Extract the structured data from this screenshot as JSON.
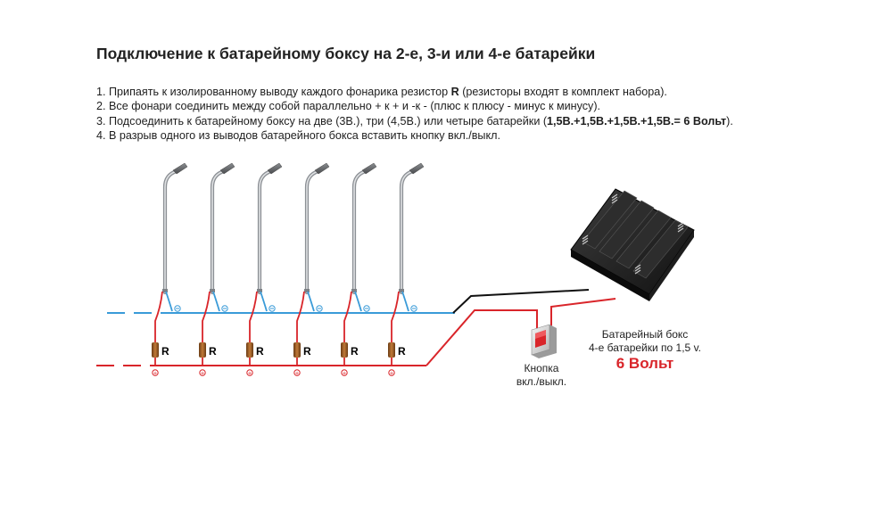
{
  "title": "Подключение к батарейному боксу на 2-е, 3-и или 4-е батарейки",
  "steps": {
    "s1_pre": "1. Припаять к изолированному выводу каждого фонарика резистор ",
    "s1_bold": "R",
    "s1_post": " (резисторы входят в комплект набора).",
    "s2": "2. Все фонари соединить между собой параллельно + к + и -к - (плюс к плюсу - минус к минусу).",
    "s3_pre": "3. Подсоединить к батарейному боксу на две (3В.), три (4,5В.) или четыре батарейки (",
    "s3_bold": "1,5В.+1,5В.+1,5В.+1,5В.= 6 Вольт",
    "s3_post": ").",
    "s4": "4. В разрыв одного из выводов батарейного бокса вставить кнопку вкл./выкл."
  },
  "diagram": {
    "lamp_count": 6,
    "resistor_label": "R",
    "minus_symbol": "⊖",
    "plus_symbol": "⊕",
    "button_caption_line1": "Кнопка",
    "button_caption_line2": "вкл./выкл.",
    "battery_caption_line1": "Батарейный бокс",
    "battery_caption_line2": "4-е батарейки по 1,5 v.",
    "battery_voltage": "6 Вольт"
  },
  "colors": {
    "minus_wire": "#3a9bd8",
    "plus_wire": "#d9252a",
    "black_wire": "#111111",
    "voltage_text": "#d9252a",
    "lamp_pole": "#b9bcc0"
  }
}
